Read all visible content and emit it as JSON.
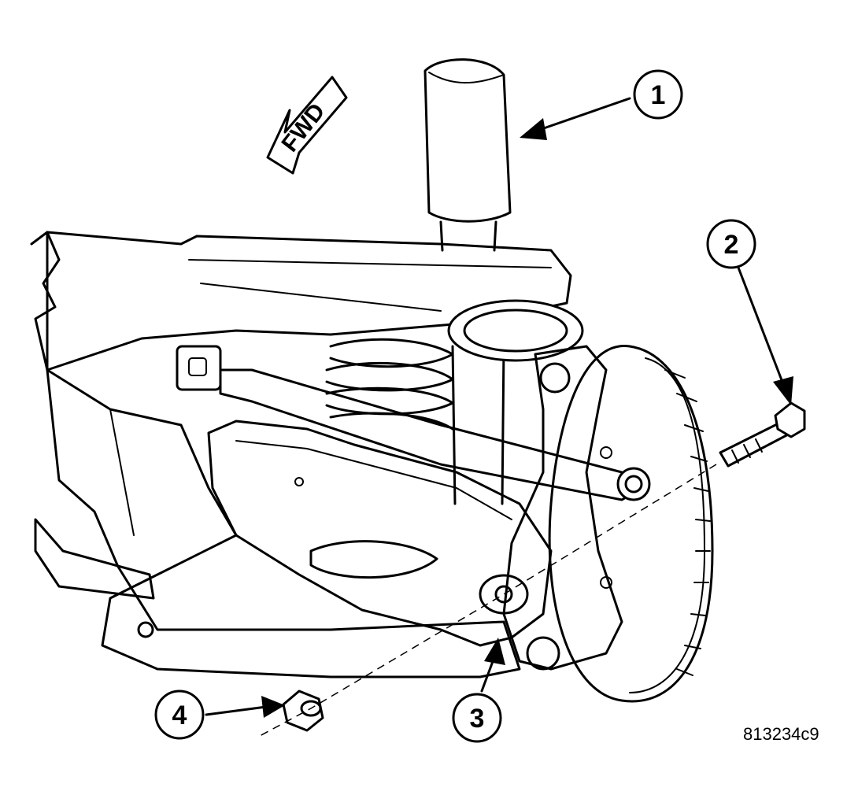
{
  "figure_id": "813234c9",
  "direction_marker": {
    "text": "FWD",
    "icon": "forward-arrow-icon"
  },
  "callouts": [
    {
      "number": "1"
    },
    {
      "number": "2"
    },
    {
      "number": "3"
    },
    {
      "number": "4"
    }
  ]
}
